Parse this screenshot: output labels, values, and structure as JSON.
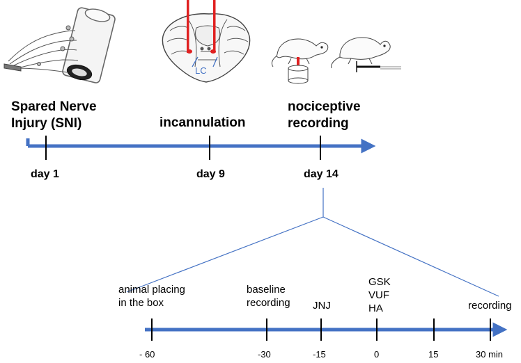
{
  "illustrations": {
    "nerve": "sciatic-nerve-icon",
    "brain": "brain-section-icon",
    "brain_region": "LC",
    "rats": "rat-testing-icon"
  },
  "timeline1": {
    "stages": [
      {
        "label": "Spared Nerve\nInjury (SNI)"
      },
      {
        "label": "incannulation"
      },
      {
        "label": "nociceptive\nrecording"
      }
    ],
    "days": [
      "day 1",
      "day 9",
      "day 14"
    ]
  },
  "timeline2": {
    "events": [
      {
        "label": "animal placing\nin the box"
      },
      {
        "label": "baseline\nrecording"
      },
      {
        "label": "JNJ"
      },
      {
        "label": "GSK\nVUF\nHA"
      },
      {
        "label": "recording"
      }
    ],
    "ticks": [
      "- 60",
      "-30",
      "-15",
      "0",
      "15",
      "30 min"
    ]
  },
  "colors": {
    "arrow": "#4472c4",
    "cannula": "#e02020",
    "region_label": "#4472c4"
  }
}
